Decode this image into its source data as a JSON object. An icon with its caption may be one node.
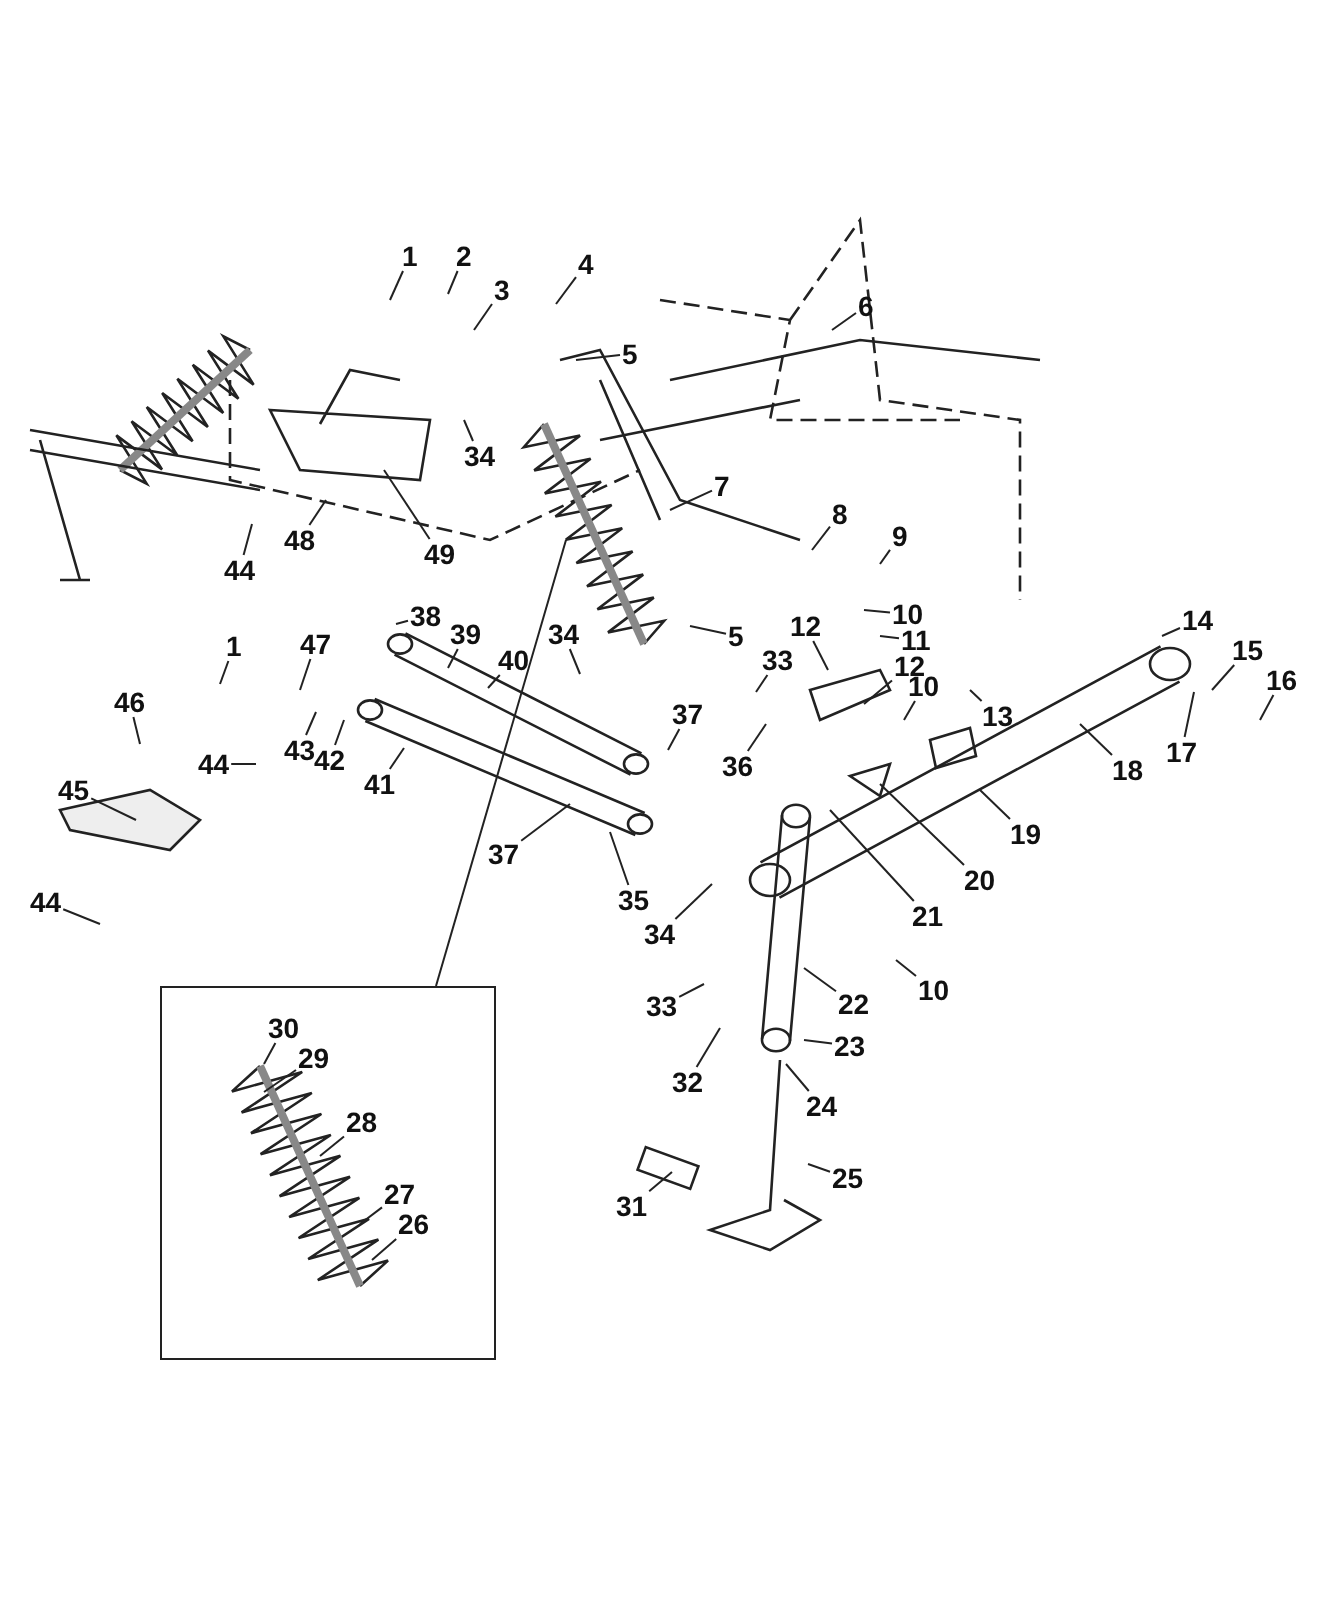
{
  "diagram": {
    "nodes": [
      {
        "text": [
          "1"
        ]
      },
      {
        "text": [
          "2"
        ]
      },
      {
        "text": [
          "4"
        ]
      },
      {
        "text": [
          "3"
        ]
      },
      {
        "text": [
          "6"
        ]
      },
      {
        "text": [
          "5"
        ]
      },
      {
        "text": [
          "34"
        ]
      },
      {
        "text": [
          "7"
        ]
      },
      {
        "text": [
          "8"
        ]
      },
      {
        "text": [
          "9"
        ]
      },
      {
        "text": [
          "48"
        ]
      },
      {
        "text": [
          "49"
        ]
      },
      {
        "text": [
          "44"
        ]
      },
      {
        "text": [
          "10"
        ]
      },
      {
        "text": [
          "38"
        ]
      },
      {
        "text": [
          "12"
        ]
      },
      {
        "text": [
          "34"
        ]
      },
      {
        "text": [
          "39"
        ]
      },
      {
        "text": [
          "5"
        ]
      },
      {
        "text": [
          "11"
        ]
      },
      {
        "text": [
          "47"
        ]
      },
      {
        "text": [
          "1"
        ]
      },
      {
        "text": [
          "14"
        ]
      },
      {
        "text": [
          "15"
        ]
      },
      {
        "text": [
          "33"
        ]
      },
      {
        "text": [
          "40"
        ]
      },
      {
        "text": [
          "12"
        ]
      },
      {
        "text": [
          "16"
        ]
      },
      {
        "text": [
          "10"
        ]
      },
      {
        "text": [
          "46"
        ]
      },
      {
        "text": [
          "37"
        ]
      },
      {
        "text": [
          "13"
        ]
      },
      {
        "text": [
          "43"
        ]
      },
      {
        "text": [
          "17"
        ]
      },
      {
        "text": [
          "42"
        ]
      },
      {
        "text": [
          "44"
        ]
      },
      {
        "text": [
          "36"
        ]
      },
      {
        "text": [
          "18"
        ]
      },
      {
        "text": [
          "41"
        ]
      },
      {
        "text": [
          "45"
        ]
      },
      {
        "text": [
          "19"
        ]
      },
      {
        "text": [
          "37"
        ]
      },
      {
        "text": [
          "20"
        ]
      },
      {
        "text": [
          "35"
        ]
      },
      {
        "text": [
          "44"
        ]
      },
      {
        "text": [
          "21"
        ]
      },
      {
        "text": [
          "34"
        ]
      },
      {
        "text": [],
        "shape": "box"
      },
      {
        "text": [
          "10"
        ]
      },
      {
        "text": [
          "22"
        ]
      },
      {
        "text": [
          "33"
        ]
      },
      {
        "text": [
          "30"
        ],
        "in": 47
      },
      {
        "text": [
          "23"
        ]
      },
      {
        "text": [
          "29"
        ],
        "in": 47
      },
      {
        "text": [
          "32"
        ]
      },
      {
        "text": [
          "24"
        ]
      },
      {
        "text": [
          "28"
        ],
        "in": 47
      },
      {
        "text": [
          "25"
        ]
      },
      {
        "text": [
          "27"
        ],
        "in": 47
      },
      {
        "text": [
          "31"
        ]
      },
      {
        "text": [
          "26"
        ],
        "in": 47
      }
    ],
    "edges": [
      {
        "from": 0,
        "to": null,
        "arrow": "none"
      },
      {
        "from": 1,
        "to": null,
        "arrow": "none"
      },
      {
        "from": 2,
        "to": null,
        "arrow": "none"
      },
      {
        "from": 3,
        "to": null,
        "arrow": "none"
      },
      {
        "from": 4,
        "to": null,
        "arrow": "none"
      },
      {
        "from": 5,
        "to": null,
        "arrow": "none"
      },
      {
        "from": 6,
        "to": null,
        "arrow": "none"
      },
      {
        "from": 7,
        "to": null,
        "arrow": "none"
      },
      {
        "from": 8,
        "to": null,
        "arrow": "none"
      },
      {
        "from": 9,
        "to": null,
        "arrow": "none"
      },
      {
        "from": 10,
        "to": null,
        "arrow": "none"
      },
      {
        "from": 11,
        "to": null,
        "arrow": "none"
      },
      {
        "from": 12,
        "to": null,
        "arrow": "none"
      },
      {
        "from": 13,
        "to": null,
        "arrow": "none"
      },
      {
        "from": 14,
        "to": null,
        "arrow": "none"
      },
      {
        "from": 15,
        "to": null,
        "arrow": "none"
      },
      {
        "from": 16,
        "to": null,
        "arrow": "none"
      },
      {
        "from": 17,
        "to": null,
        "arrow": "none"
      },
      {
        "from": 18,
        "to": null,
        "arrow": "none"
      },
      {
        "from": 19,
        "to": null,
        "arrow": "none"
      },
      {
        "from": 20,
        "to": null,
        "arrow": "none"
      },
      {
        "from": 21,
        "to": null,
        "arrow": "none"
      },
      {
        "from": 22,
        "to": null,
        "arrow": "none"
      },
      {
        "from": 23,
        "to": null,
        "arrow": "none"
      },
      {
        "from": 24,
        "to": null,
        "arrow": "none"
      },
      {
        "from": 25,
        "to": null,
        "arrow": "none"
      },
      {
        "from": 26,
        "to": null,
        "arrow": "none"
      },
      {
        "from": 27,
        "to": null,
        "arrow": "none"
      },
      {
        "from": 28,
        "to": null,
        "arrow": "none"
      },
      {
        "from": 29,
        "to": null,
        "arrow": "none"
      },
      {
        "from": 30,
        "to": null,
        "arrow": "none"
      },
      {
        "from": 31,
        "to": null,
        "arrow": "none"
      },
      {
        "from": 32,
        "to": null,
        "arrow": "none"
      },
      {
        "from": 33,
        "to": null,
        "arrow": "none"
      },
      {
        "from": 34,
        "to": null,
        "arrow": "none"
      },
      {
        "from": 35,
        "to": null,
        "arrow": "none"
      },
      {
        "from": 36,
        "to": null,
        "arrow": "none"
      },
      {
        "from": 37,
        "to": null,
        "arrow": "none"
      },
      {
        "from": 38,
        "to": null,
        "arrow": "none"
      },
      {
        "from": 39,
        "to": null,
        "arrow": "none"
      },
      {
        "from": 40,
        "to": null,
        "arrow": "none"
      },
      {
        "from": 41,
        "to": null,
        "arrow": "none"
      },
      {
        "from": 42,
        "to": null,
        "arrow": "none"
      },
      {
        "from": 43,
        "to": null,
        "arrow": "none"
      },
      {
        "from": 44,
        "to": null,
        "arrow": "none"
      },
      {
        "from": 45,
        "to": null,
        "arrow": "none"
      },
      {
        "from": 46,
        "to": null,
        "arrow": "none"
      },
      {
        "from": 47,
        "to": null,
        "arrow": "none"
      },
      {
        "from": 48,
        "to": null,
        "arrow": "none"
      },
      {
        "from": 49,
        "to": null,
        "arrow": "none"
      },
      {
        "from": 50,
        "to": null,
        "arrow": "none"
      },
      {
        "from": 51,
        "to": null,
        "arrow": "none"
      },
      {
        "from": 52,
        "to": null,
        "arrow": "none"
      },
      {
        "from": 53,
        "to": null,
        "arrow": "none"
      },
      {
        "from": 54,
        "to": null,
        "arrow": "none"
      },
      {
        "from": 55,
        "to": null,
        "arrow": "none"
      },
      {
        "from": 56,
        "to": null,
        "arrow": "none"
      },
      {
        "from": 57,
        "to": null,
        "arrow": "none"
      },
      {
        "from": 58,
        "to": null,
        "arrow": "none"
      },
      {
        "from": 59,
        "to": null,
        "arrow": "none"
      },
      {
        "from": 60,
        "to": null,
        "arrow": "none"
      }
    ]
  }
}
